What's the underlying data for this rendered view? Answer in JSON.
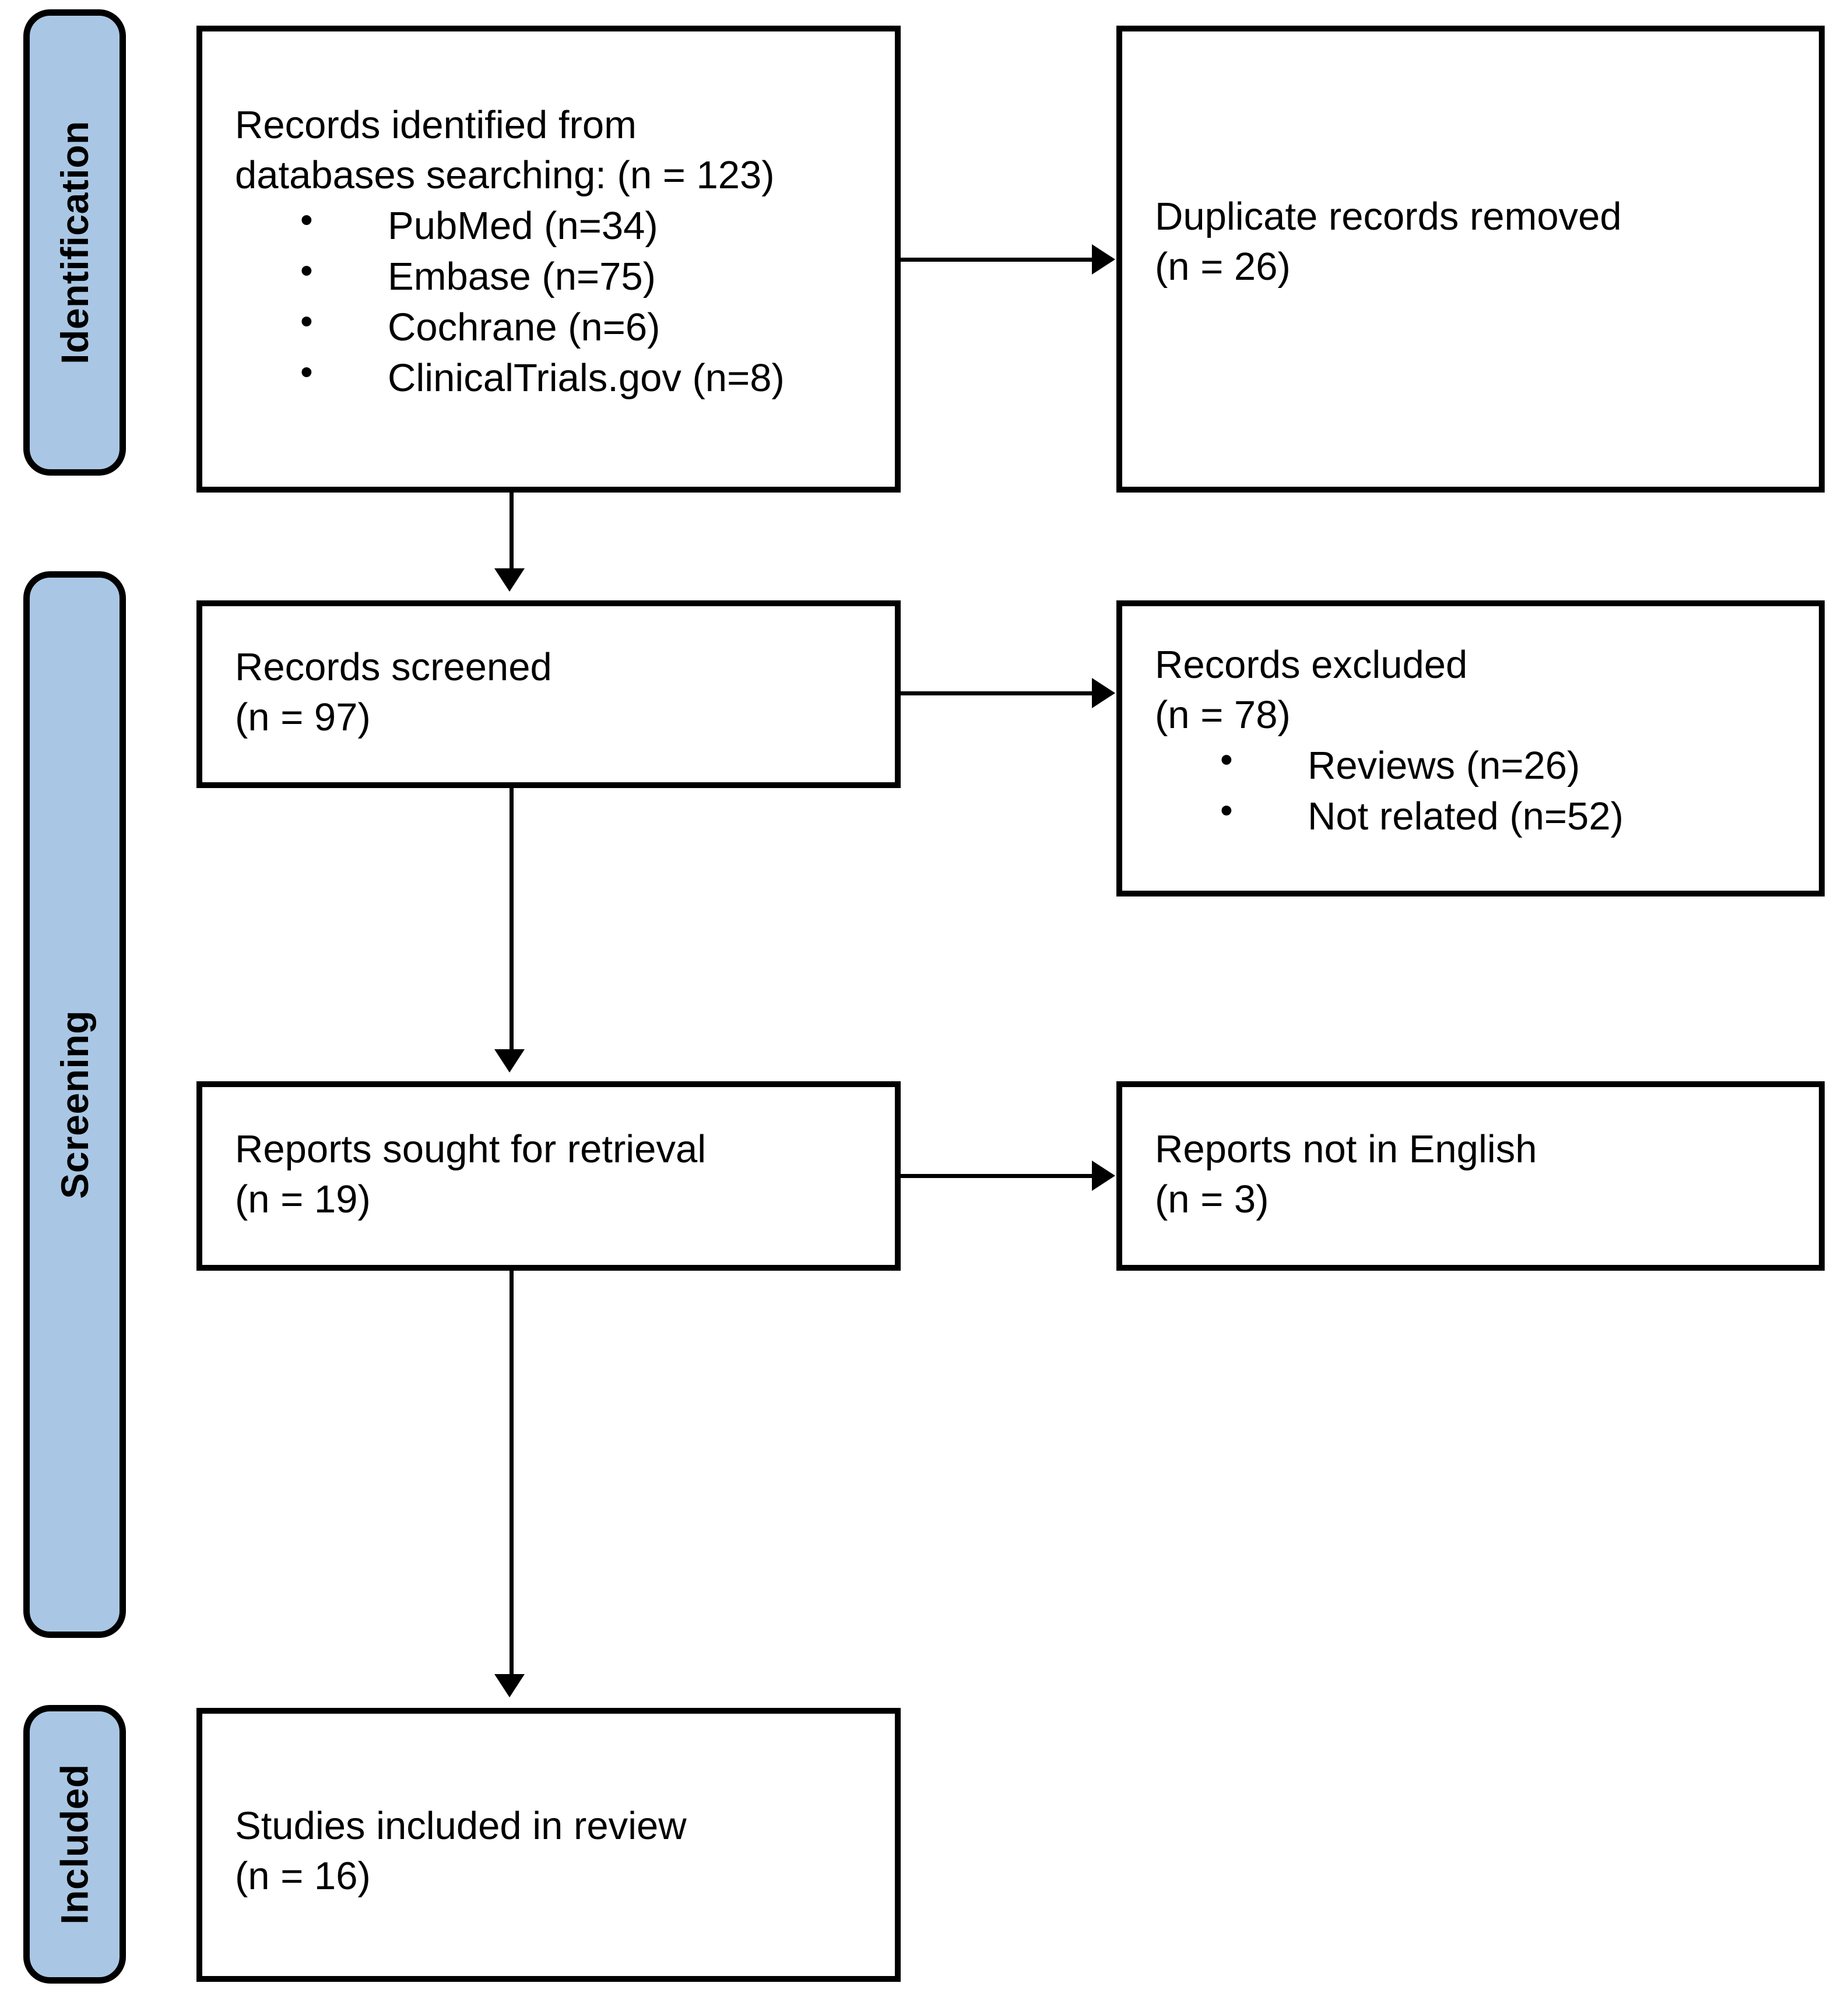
{
  "diagram": {
    "type": "prisma-flow-diagram",
    "colors": {
      "stage_band_fill": "#a9c7e4",
      "stage_band_border": "#000000",
      "box_border": "#000000",
      "box_fill": "#ffffff",
      "connector": "#000000"
    },
    "stages": [
      {
        "id": "identification",
        "label": "Identification"
      },
      {
        "id": "screening",
        "label": "Screening"
      },
      {
        "id": "included",
        "label": "Included"
      }
    ],
    "boxes": {
      "identified": {
        "line1": "Records identified from",
        "line2": "databases searching: (n = 123)",
        "bullets": [
          "PubMed (n=34)",
          "Embase (n=75)",
          "Cochrane (n=6)",
          "ClinicalTrials.gov (n=8)"
        ]
      },
      "duplicates": {
        "line1": "Duplicate records removed",
        "line2": "(n = 26)"
      },
      "screened": {
        "line1": "Records screened",
        "line2": "(n = 97)"
      },
      "excluded": {
        "line1": "Records excluded",
        "line2": "(n = 78)",
        "bullets": [
          "Reviews (n=26)",
          "Not related (n=52)"
        ]
      },
      "sought": {
        "line1": "Reports sought for retrieval",
        "line2": "(n = 19)"
      },
      "not_english": {
        "line1": "Reports not in English",
        "line2": "(n = 3)"
      },
      "included": {
        "line1": "Studies included in review",
        "line2": "(n = 16)"
      }
    },
    "counts": {
      "records_identified_total": 123,
      "pubmed": 34,
      "embase": 75,
      "cochrane": 6,
      "clinicaltrials_gov": 8,
      "duplicates_removed": 26,
      "records_screened": 97,
      "records_excluded": 78,
      "excluded_reviews": 26,
      "excluded_not_related": 52,
      "reports_sought": 19,
      "reports_not_in_english": 3,
      "studies_included": 16
    }
  }
}
